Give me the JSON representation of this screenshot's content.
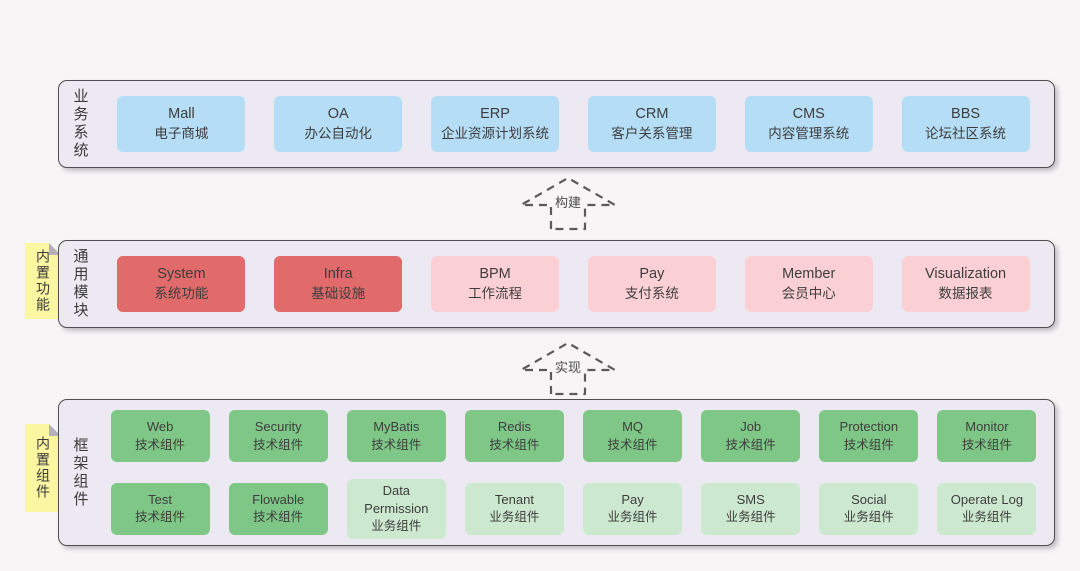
{
  "colors": {
    "page_bg": "#F7F5F6",
    "panel_bg": "#EDE9F2",
    "panel_border": "#4F4F4F",
    "blue": "#B5DDF6",
    "red": "#E16A6B",
    "pink": "#FBD0D4",
    "green": "#7FC787",
    "green_light": "#CCE9CF",
    "note_yellow": "#FAF6A2",
    "text": "#3D3D3D"
  },
  "arrows": [
    {
      "label": "构建"
    },
    {
      "label": "实现"
    }
  ],
  "layers": {
    "business": {
      "label": "业务系统",
      "boxes": [
        {
          "title": "Mall",
          "subtitle": "电子商城",
          "variant": "blue"
        },
        {
          "title": "OA",
          "subtitle": "办公自动化",
          "variant": "blue"
        },
        {
          "title": "ERP",
          "subtitle": "企业资源计划系统",
          "variant": "blue"
        },
        {
          "title": "CRM",
          "subtitle": "客户关系管理",
          "variant": "blue"
        },
        {
          "title": "CMS",
          "subtitle": "内容管理系统",
          "variant": "blue"
        },
        {
          "title": "BBS",
          "subtitle": "论坛社区系统",
          "variant": "blue"
        }
      ]
    },
    "modules": {
      "label": "通用模块",
      "note": "内置功能",
      "boxes": [
        {
          "title": "System",
          "subtitle": "系统功能",
          "variant": "red"
        },
        {
          "title": "Infra",
          "subtitle": "基础设施",
          "variant": "red"
        },
        {
          "title": "BPM",
          "subtitle": "工作流程",
          "variant": "pink"
        },
        {
          "title": "Pay",
          "subtitle": "支付系统",
          "variant": "pink"
        },
        {
          "title": "Member",
          "subtitle": "会员中心",
          "variant": "pink"
        },
        {
          "title": "Visualization",
          "subtitle": "数据报表",
          "variant": "pink"
        }
      ]
    },
    "components": {
      "label": "框架组件",
      "note": "内置组件",
      "row1": [
        {
          "title": "Web",
          "subtitle": "技术组件",
          "variant": "green"
        },
        {
          "title": "Security",
          "subtitle": "技术组件",
          "variant": "green"
        },
        {
          "title": "MyBatis",
          "subtitle": "技术组件",
          "variant": "green"
        },
        {
          "title": "Redis",
          "subtitle": "技术组件",
          "variant": "green"
        },
        {
          "title": "MQ",
          "subtitle": "技术组件",
          "variant": "green"
        },
        {
          "title": "Job",
          "subtitle": "技术组件",
          "variant": "green"
        },
        {
          "title": "Protection",
          "subtitle": "技术组件",
          "variant": "green"
        },
        {
          "title": "Monitor",
          "subtitle": "技术组件",
          "variant": "green"
        }
      ],
      "row2": [
        {
          "title": "Test",
          "subtitle": "技术组件",
          "variant": "green"
        },
        {
          "title": "Flowable",
          "subtitle": "技术组件",
          "variant": "green"
        },
        {
          "title": "Data Permission",
          "subtitle": "业务组件",
          "variant": "green-light"
        },
        {
          "title": "Tenant",
          "subtitle": "业务组件",
          "variant": "green-light"
        },
        {
          "title": "Pay",
          "subtitle": "业务组件",
          "variant": "green-light"
        },
        {
          "title": "SMS",
          "subtitle": "业务组件",
          "variant": "green-light"
        },
        {
          "title": "Social",
          "subtitle": "业务组件",
          "variant": "green-light"
        },
        {
          "title": "Operate Log",
          "subtitle": "业务组件",
          "variant": "green-light"
        }
      ]
    }
  }
}
